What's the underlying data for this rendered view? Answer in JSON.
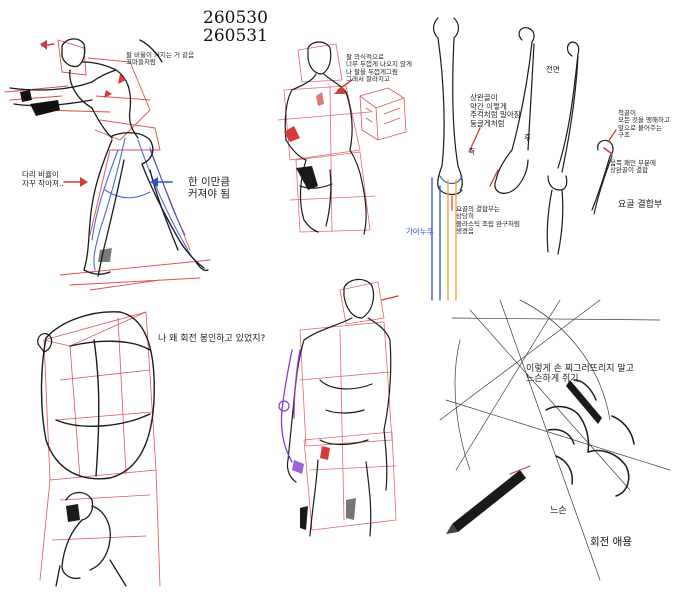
{
  "dates": [
    "260530",
    "260531"
  ],
  "notes": {
    "shoulder_arm": "팔 비율이 커지는 거 같음\n꼬마들처럼",
    "leg_ratio": "다리 비율이\n자꾸 작아져..",
    "bigger": "한 이만큼\n커져야 됨",
    "back_note": "팔 의식적으로\n너무 두껍게 나오지 않게\n나 팔을 두껍게그림\n그래서 잘라지고",
    "bones_curve": "상완골이\n약간 이렇게\n주걱처럼 말아짐\n둥글게처럼",
    "elbow_joint": "요골의 결합부는\n상당히\n플라스틱 조립 완구처럼\n생겼음",
    "front": "전면",
    "side": "측",
    "back": "후",
    "ulna_note": "척골이\n모든 것을 맹해하고\n앞으로 붙어주는\n구조",
    "ulna_groove": "움푹 패인 부분에\n상완골이 결합",
    "radius_joint": "요골 결합부",
    "why_rotation": "나 왜 회전 봉인하고 있었지?",
    "hand_note": "이렇게 손 찌그러뜨리지 말고\n느슨하게 쥐기",
    "loose": "느슨",
    "rotation_sign": "회전 애용",
    "squiggle_sign": "가아누우"
  },
  "colors": {
    "ink": "#1a1a1a",
    "construction": "#d63a3a",
    "light_red": "#e89090",
    "blue": "#2f4fd0",
    "orange": "#f0a030",
    "purple": "#8a3ad0"
  }
}
